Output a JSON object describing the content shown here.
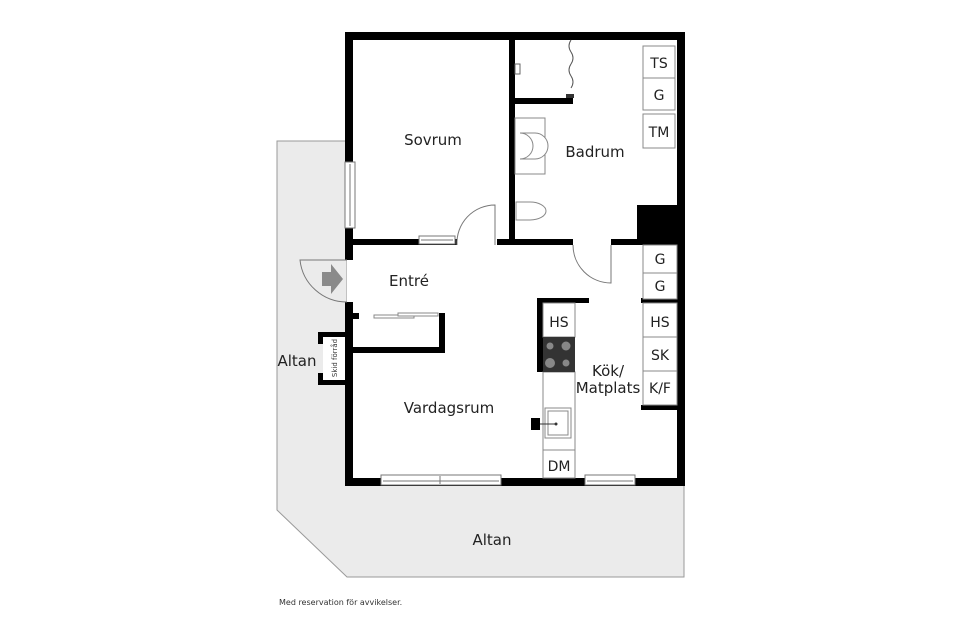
{
  "floorplan": {
    "colors": {
      "wall": "#000000",
      "balcony_fill": "#ebebeb",
      "balcony_stroke": "#9a9a9a",
      "fixture_stroke": "#888888",
      "arrow": "#8a8a8a",
      "stove": "#333333",
      "burner": "#888888"
    },
    "rooms": {
      "sovrum": "Sovrum",
      "badrum": "Badrum",
      "entre": "Entré",
      "vardagsrum": "Vardagsrum",
      "kok_line1": "Kök/",
      "kok_line2": "Matplats",
      "altan_left": "Altan",
      "altan_bottom": "Altan",
      "skid": "Skid förråd"
    },
    "appliances": {
      "bath_ts": "TS",
      "bath_g": "G",
      "bath_tm": "TM",
      "hall_g1": "G",
      "hall_g2": "G",
      "kitchen_hs_right": "HS",
      "kitchen_sk": "SK",
      "kitchen_kf": "K/F",
      "kitchen_hs_left": "HS",
      "kitchen_dm": "DM"
    }
  },
  "disclaimer": "Med reservation för avvikelser."
}
